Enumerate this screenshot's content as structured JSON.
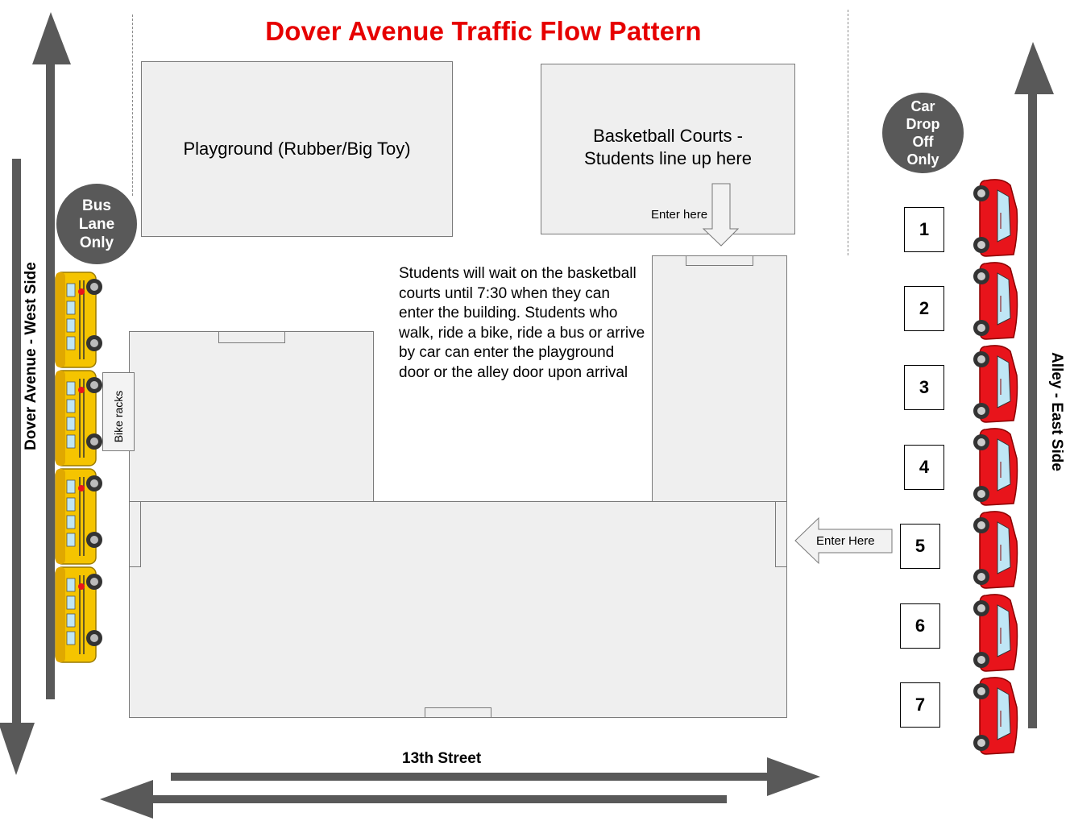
{
  "title": "Dover Avenue Traffic Flow Pattern",
  "areas": {
    "playground": "Playground (Rubber/Big Toy)",
    "basketball_line1": "Basketball Courts -",
    "basketball_line2": "Students line up here",
    "bike_racks": "Bike racks"
  },
  "entrances": {
    "courts": "Enter here",
    "alley": "Enter Here"
  },
  "note": "Students will wait on the basketball courts until 7:30 when they can enter the building. Students who walk, ride a bike, ride a bus or arrive by car can enter the playground door or the alley door upon arrival",
  "bus_lane": {
    "line1": "Bus",
    "line2": "Lane",
    "line3": "Only"
  },
  "car_dropoff": {
    "line1": "Car",
    "line2": "Drop",
    "line3": "Off",
    "line4": "Only"
  },
  "dropoff_spots": [
    "1",
    "2",
    "3",
    "4",
    "5",
    "6",
    "7"
  ],
  "streets": {
    "west": "Dover Avenue - West Side",
    "east": "Alley - East Side",
    "south": "13th Street"
  },
  "colors": {
    "title": "#e60000",
    "arrow": "#595959",
    "building": "#efefef",
    "bus": "#f5c400",
    "car": "#e8141b"
  },
  "icons": {
    "bus": "school-bus-icon",
    "car": "red-car-icon"
  }
}
